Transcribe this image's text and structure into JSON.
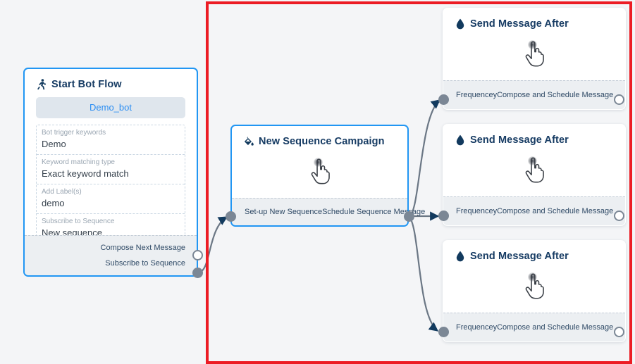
{
  "canvas": {
    "background_color": "#f4f5f7",
    "selection_color": "#ec1c24",
    "accent_color": "#2196f3",
    "port_color": "#7b8795",
    "title_color": "#163b63"
  },
  "nodes": {
    "start_bot_flow": {
      "title": "Start Bot Flow",
      "icon": "running-person-icon",
      "pill_label": "Demo_bot",
      "fields": [
        {
          "label": "Bot trigger keywords",
          "value": "Demo"
        },
        {
          "label": "Keyword matching type",
          "value": "Exact keyword match"
        },
        {
          "label": "Add Label(s)",
          "value": "demo"
        },
        {
          "label": "Subscribe to Sequence",
          "value": "New sequence"
        }
      ],
      "ports": [
        {
          "label": "Compose Next Message",
          "style": "hollow"
        },
        {
          "label": "Subscribe to Sequence",
          "style": "filled"
        }
      ]
    },
    "new_sequence_campaign": {
      "title": "New Sequence Campaign",
      "icon": "paint-bucket-icon",
      "cursor": "hand-pointer-cursor",
      "input_port_label": "Set-up New Sequence",
      "output_port_label": "Schedule Sequence Message"
    },
    "send_message_after": [
      {
        "title": "Send Message After",
        "icon": "water-drop-icon",
        "cursor": "hand-pointer-cursor",
        "input_port_label": "Frequencey",
        "output_port_label": "Compose and Schedule Message"
      },
      {
        "title": "Send Message After",
        "icon": "water-drop-icon",
        "cursor": "hand-pointer-cursor",
        "input_port_label": "Frequencey",
        "output_port_label": "Compose and Schedule Message"
      },
      {
        "title": "Send Message After",
        "icon": "water-drop-icon",
        "cursor": "hand-pointer-cursor",
        "input_port_label": "Frequencey",
        "output_port_label": "Compose and Schedule Message"
      }
    ]
  }
}
